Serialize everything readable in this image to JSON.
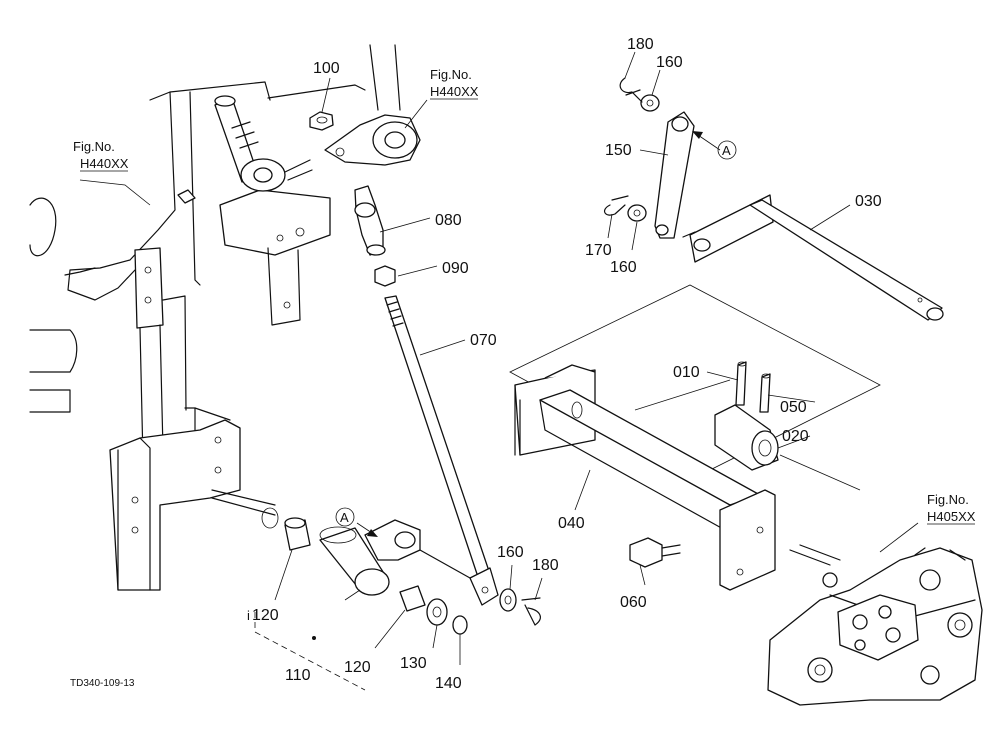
{
  "callouts": {
    "p010": "010",
    "p020": "020",
    "p030": "030",
    "p040": "040",
    "p050": "050",
    "p060": "060",
    "p070": "070",
    "p080": "080",
    "p090": "090",
    "p100": "100",
    "p110": "110",
    "p120a": "120",
    "p120b": "120",
    "p130": "130",
    "p140": "140",
    "p150": "150",
    "p160a": "160",
    "p160b": "160",
    "p160c": "160",
    "p170": "170",
    "p180a": "180",
    "p180b": "180"
  },
  "markers": {
    "ref_a_top": "A",
    "ref_a_bottom": "A"
  },
  "references": {
    "fig1_label": "Fig.No.",
    "fig1_code": "H440XX",
    "fig2_label": "Fig.No.",
    "fig2_code": "H440XX",
    "fig3_label": "Fig.No.",
    "fig3_code": "H405XX"
  },
  "drawing_code": "TD340-109-13",
  "minor_mark": "i"
}
